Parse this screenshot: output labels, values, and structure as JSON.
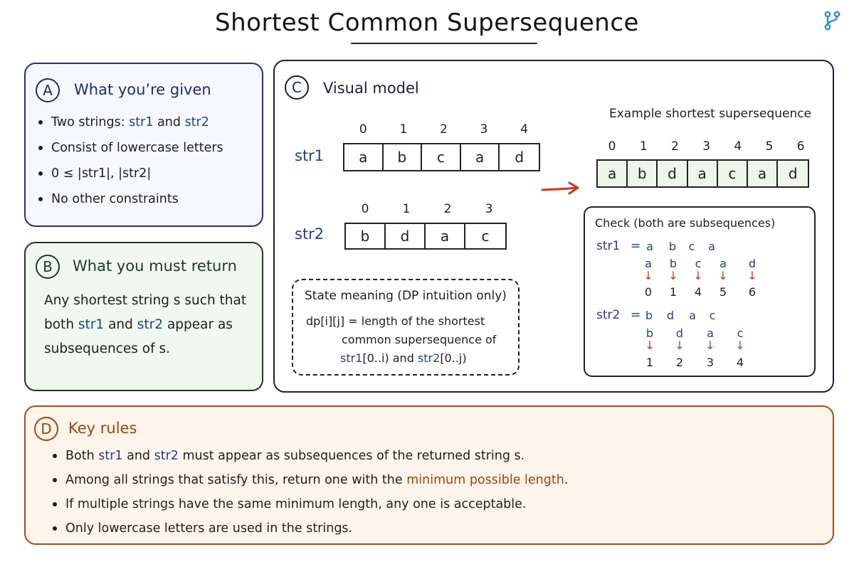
{
  "title": "Shortest Common Supersequence",
  "panel_a": {
    "badge": "A",
    "heading": "What you’re given",
    "bullets": [
      {
        "pre": "Two strings: ",
        "s1": "str1",
        "mid": " and ",
        "s2": "str2"
      },
      {
        "text": "Consist of lowercase letters"
      },
      {
        "text": "0 ≤ |str1|, |str2|"
      },
      {
        "text": "No other constraints"
      }
    ]
  },
  "panel_b": {
    "badge": "B",
    "heading": "What you must return",
    "line1": "Any shortest string s such that",
    "line2_pre": "both ",
    "line2_s1": "str1",
    "line2_mid": " and ",
    "line2_s2": "str2",
    "line2_post": " appear as",
    "line3": "subsequences of s."
  },
  "panel_c": {
    "badge": "C",
    "heading": "Visual model",
    "str1": {
      "label": "str1",
      "indices": [
        "0",
        "1",
        "2",
        "3",
        "4"
      ],
      "chars": [
        "a",
        "b",
        "c",
        "a",
        "d"
      ]
    },
    "str2": {
      "label": "str2",
      "indices": [
        "0",
        "1",
        "2",
        "3"
      ],
      "chars": [
        "b",
        "d",
        "a",
        "c"
      ]
    },
    "example_title": "Example shortest supersequence",
    "super": {
      "indices": [
        "0",
        "1",
        "2",
        "3",
        "4",
        "5",
        "6"
      ],
      "chars": [
        "a",
        "b",
        "d",
        "a",
        "c",
        "a",
        "d"
      ]
    },
    "check": {
      "title": "Check (both are subsequences)",
      "s1_label": "str1",
      "s1_eq": "=",
      "s1_chars": [
        "a",
        "b",
        "c",
        "a"
      ],
      "s1_mapped": [
        "a",
        "b",
        "c",
        "a",
        "d"
      ],
      "s1_positions": [
        "0",
        "1",
        "4",
        "5",
        "6"
      ],
      "s2_label": "str2",
      "s2_eq": "=",
      "s2_chars": [
        "b",
        "d",
        "a",
        "c"
      ],
      "s2_mapped": [
        "b",
        "d",
        "a",
        "c"
      ],
      "s2_positions": [
        "1",
        "2",
        "3",
        "4"
      ],
      "arrow": "↓"
    },
    "state": {
      "title": "State meaning (DP intuition only)",
      "line1": "dp[i][j] = length of the shortest",
      "line2": "common supersequence of",
      "line3_s1": "str1",
      "line3_a": "[0..i) and ",
      "line3_s2": "str2",
      "line3_b": "[0..j)"
    }
  },
  "panel_d": {
    "badge": "D",
    "heading": "Key rules",
    "rule1": {
      "pre": "Both ",
      "s1": "str1",
      "mid": " and ",
      "s2": "str2",
      "post": " must appear as subsequences of the returned string s."
    },
    "rule2": {
      "pre": "Among all strings that satisfy this, return one with the ",
      "hl": "minimum possible length",
      "post": "."
    },
    "rule3": "If multiple strings have the same minimum length, any one is acceptable.",
    "rule4": "Only lowercase letters are used in the strings."
  },
  "colors": {
    "navy": "#1f2a78",
    "string_blue": "#1f3f9a",
    "green_border": "#1f3a24",
    "rust": "#a8410f",
    "arrow_red": "#d2361b",
    "icon_blue": "#2a8fd6"
  },
  "icons": {
    "top_right": "git-branch-icon"
  }
}
